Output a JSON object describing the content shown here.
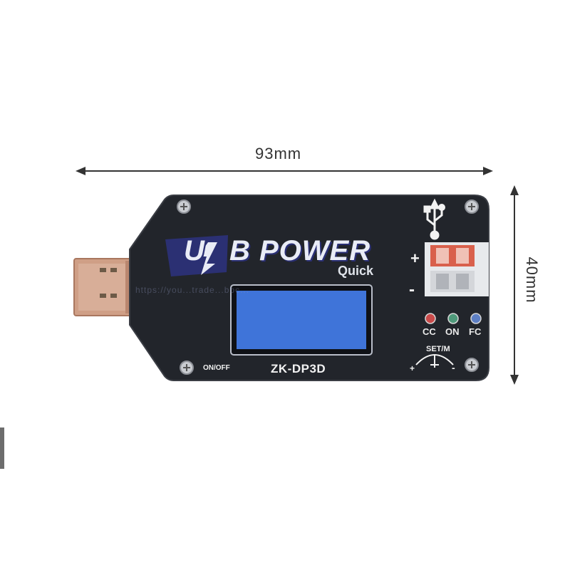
{
  "dimensions": {
    "width": "93mm",
    "height": "40mm"
  },
  "device": {
    "brand_left": "U",
    "brand_right": "B POWER",
    "brand_sub": "Quick",
    "model": "ZK-DP3D",
    "power_button": "ON/OFF",
    "plus": "+",
    "minus": "-",
    "knob_label": "SET/M",
    "knob_plus": "+",
    "knob_minus": "-",
    "leds": [
      {
        "label": "CC",
        "color": "#c94a4a"
      },
      {
        "label": "ON",
        "color": "#4f9a7b"
      },
      {
        "label": "FC",
        "color": "#5d7fc4"
      }
    ],
    "watermark": "https://you...trade...bbc..."
  },
  "colors": {
    "board": "#23262d",
    "usb_plug": "#c99a82",
    "lcd": "#3f74d9",
    "arrow": "#333333"
  }
}
